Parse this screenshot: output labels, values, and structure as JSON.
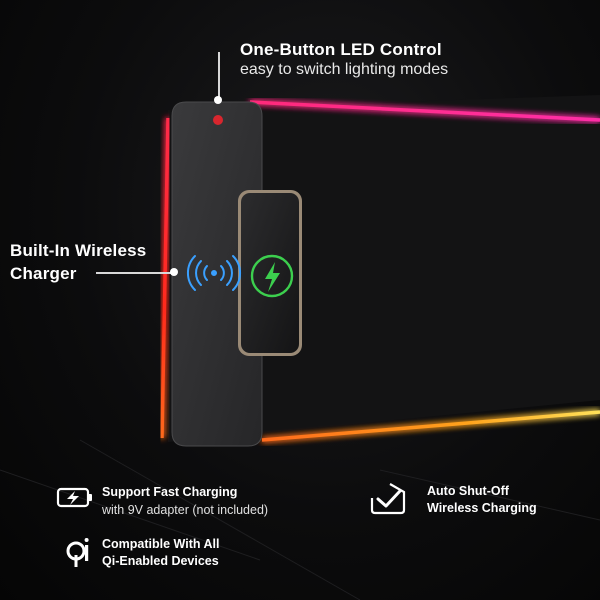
{
  "callouts": {
    "led_title": "One-Button LED Control",
    "led_sub": "easy to switch lighting modes",
    "charger_title_line1": "Built-In Wireless",
    "charger_title_line2": "Charger"
  },
  "features": [
    {
      "icon": "fast-charging-battery-icon",
      "title": "Support Fast Charging",
      "sub": "with 9V adapter (not included)"
    },
    {
      "icon": "auto-shutoff-check-icon",
      "title_line1": "Auto Shut-Off",
      "title_line2": "Wireless Charging"
    },
    {
      "icon": "qi-icon",
      "title_line1": "Compatible With All",
      "title_line2": "Qi-Enabled Devices"
    }
  ],
  "colors": {
    "glow_pink": "#ff2b7a",
    "glow_red": "#ff2a1c",
    "glow_orange": "#ff8a1c",
    "glow_yellow": "#ffe25a",
    "charge_green": "#3ccf4e",
    "wave_blue": "#3aa0ff"
  }
}
